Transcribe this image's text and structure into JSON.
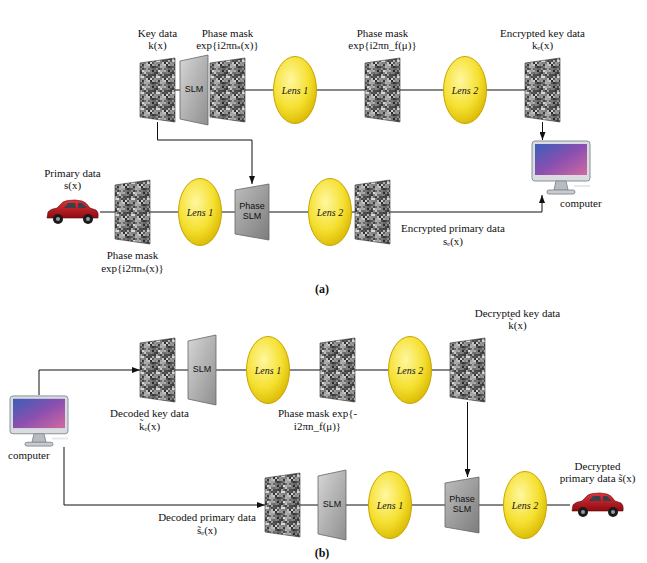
{
  "diagram": {
    "nodes": [
      {
        "text": [
          "Key data k(x)"
        ]
      },
      {
        "text": [
          "SLM"
        ]
      },
      {
        "text": [
          "Phase mask exp{i2πnₛ(x)}"
        ]
      },
      {
        "text": [
          "Lens 1"
        ]
      },
      {
        "text": [
          "Phase mask exp{i2πn_f(μ)}"
        ]
      },
      {
        "text": [
          "Lens 2"
        ]
      },
      {
        "text": [
          "Encrypted key data kₑ(x)"
        ]
      },
      {
        "text": [
          "computer"
        ]
      },
      {
        "text": [
          "Primary data s(x)"
        ]
      },
      {
        "text": [
          "Phase mask exp{i2πnₛ(x)}"
        ]
      },
      {
        "text": [
          "Lens 1"
        ]
      },
      {
        "text": [
          "Phase SLM"
        ]
      },
      {
        "text": [
          "Lens 2"
        ]
      },
      {
        "text": [
          "Encrypted primary data sₑ(x)"
        ]
      },
      {
        "text": [
          "computer"
        ]
      },
      {
        "text": [
          "Decoded key data k̃ₑ(x)"
        ]
      },
      {
        "text": [
          "SLM"
        ]
      },
      {
        "text": [
          "Lens 1"
        ]
      },
      {
        "text": [
          "Phase mask exp{-i2πn_f(μ)}"
        ]
      },
      {
        "text": [
          "Lens 2"
        ]
      },
      {
        "text": [
          "Decrypted key data k̃(x)"
        ]
      },
      {
        "text": [
          "Decoded primary data s̃ₑ(x)"
        ]
      },
      {
        "text": [
          "SLM"
        ]
      },
      {
        "text": [
          "Lens 1"
        ]
      },
      {
        "text": [
          "Phase SLM"
        ]
      },
      {
        "text": [
          "Lens 2"
        ]
      },
      {
        "text": [
          "Decrypted primary data s̃(x)"
        ]
      }
    ],
    "edges": [
      {
        "from": 0,
        "to": 1,
        "arrow": "none"
      },
      {
        "from": 2,
        "to": 3,
        "arrow": "none"
      },
      {
        "from": 3,
        "to": 4,
        "arrow": "none"
      },
      {
        "from": 4,
        "to": 5,
        "arrow": "none"
      },
      {
        "from": 5,
        "to": 6,
        "arrow": "none"
      },
      {
        "from": 6,
        "to": 7,
        "arrow": "to"
      },
      {
        "from": 0,
        "to": 11,
        "arrow": "to"
      },
      {
        "from": 8,
        "to": 9,
        "arrow": "none"
      },
      {
        "from": 9,
        "to": 10,
        "arrow": "none"
      },
      {
        "from": 10,
        "to": 11,
        "arrow": "none"
      },
      {
        "from": 11,
        "to": 12,
        "arrow": "none"
      },
      {
        "from": 12,
        "to": 13,
        "arrow": "none"
      },
      {
        "from": 13,
        "to": 7,
        "arrow": "to"
      },
      {
        "from": 14,
        "to": 15,
        "arrow": "to"
      },
      {
        "from": 14,
        "to": 21,
        "arrow": "to"
      },
      {
        "from": 15,
        "to": 16,
        "arrow": "none"
      },
      {
        "from": 16,
        "to": 17,
        "arrow": "none"
      },
      {
        "from": 17,
        "to": 18,
        "arrow": "none"
      },
      {
        "from": 18,
        "to": 19,
        "arrow": "none"
      },
      {
        "from": 19,
        "to": 20,
        "arrow": "none"
      },
      {
        "from": 20,
        "to": 24,
        "arrow": "to"
      },
      {
        "from": 21,
        "to": 22,
        "arrow": "none"
      },
      {
        "from": 22,
        "to": 23,
        "arrow": "none"
      },
      {
        "from": 23,
        "to": 24,
        "arrow": "none"
      },
      {
        "from": 24,
        "to": 25,
        "arrow": "none"
      },
      {
        "from": 25,
        "to": 26,
        "arrow": "none"
      }
    ],
    "labels": [
      "(a)",
      "(b)"
    ]
  }
}
